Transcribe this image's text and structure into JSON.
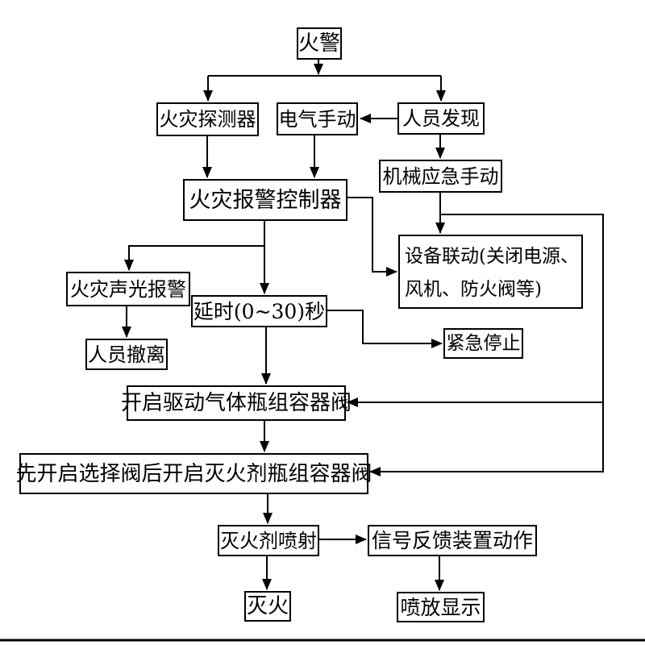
{
  "diagram": {
    "kind": "fire-suppression-control-flowchart"
  },
  "nodes": {
    "fire_alarm": {
      "label": "火警"
    },
    "fire_detector": {
      "label": "火灾探测器"
    },
    "electric_manual": {
      "label": "电气手动"
    },
    "personnel_discovery": {
      "label": "人员发现"
    },
    "mechanical_emergency_manual": {
      "label": "机械应急手动"
    },
    "fire_alarm_controller": {
      "label": "火灾报警控制器"
    },
    "equipment_linkage": {
      "lines": [
        "设备联动(关闭电源、",
        "风机、防火阀等)"
      ]
    },
    "sound_light_alarm": {
      "label": "火灾声光报警"
    },
    "delay": {
      "label": "延时(0~30)秒"
    },
    "emergency_stop": {
      "label": "紧急停止"
    },
    "personnel_evacuation": {
      "label": "人员撤离"
    },
    "open_driving_gas_valve": {
      "label": "开启驱动气体瓶组容器阀"
    },
    "open_selection_valve": {
      "label": "先开启选择阀后开启灭火剂瓶组容器阀"
    },
    "agent_spray": {
      "label": "灭火剂喷射"
    },
    "signal_feedback": {
      "label": "信号反馈装置动作"
    },
    "fire_extinguished": {
      "label": "灭火"
    },
    "discharge_display": {
      "label": "喷放显示"
    }
  },
  "colors": {
    "line": "#000000",
    "background": "#ffffff",
    "text": "#000000"
  }
}
